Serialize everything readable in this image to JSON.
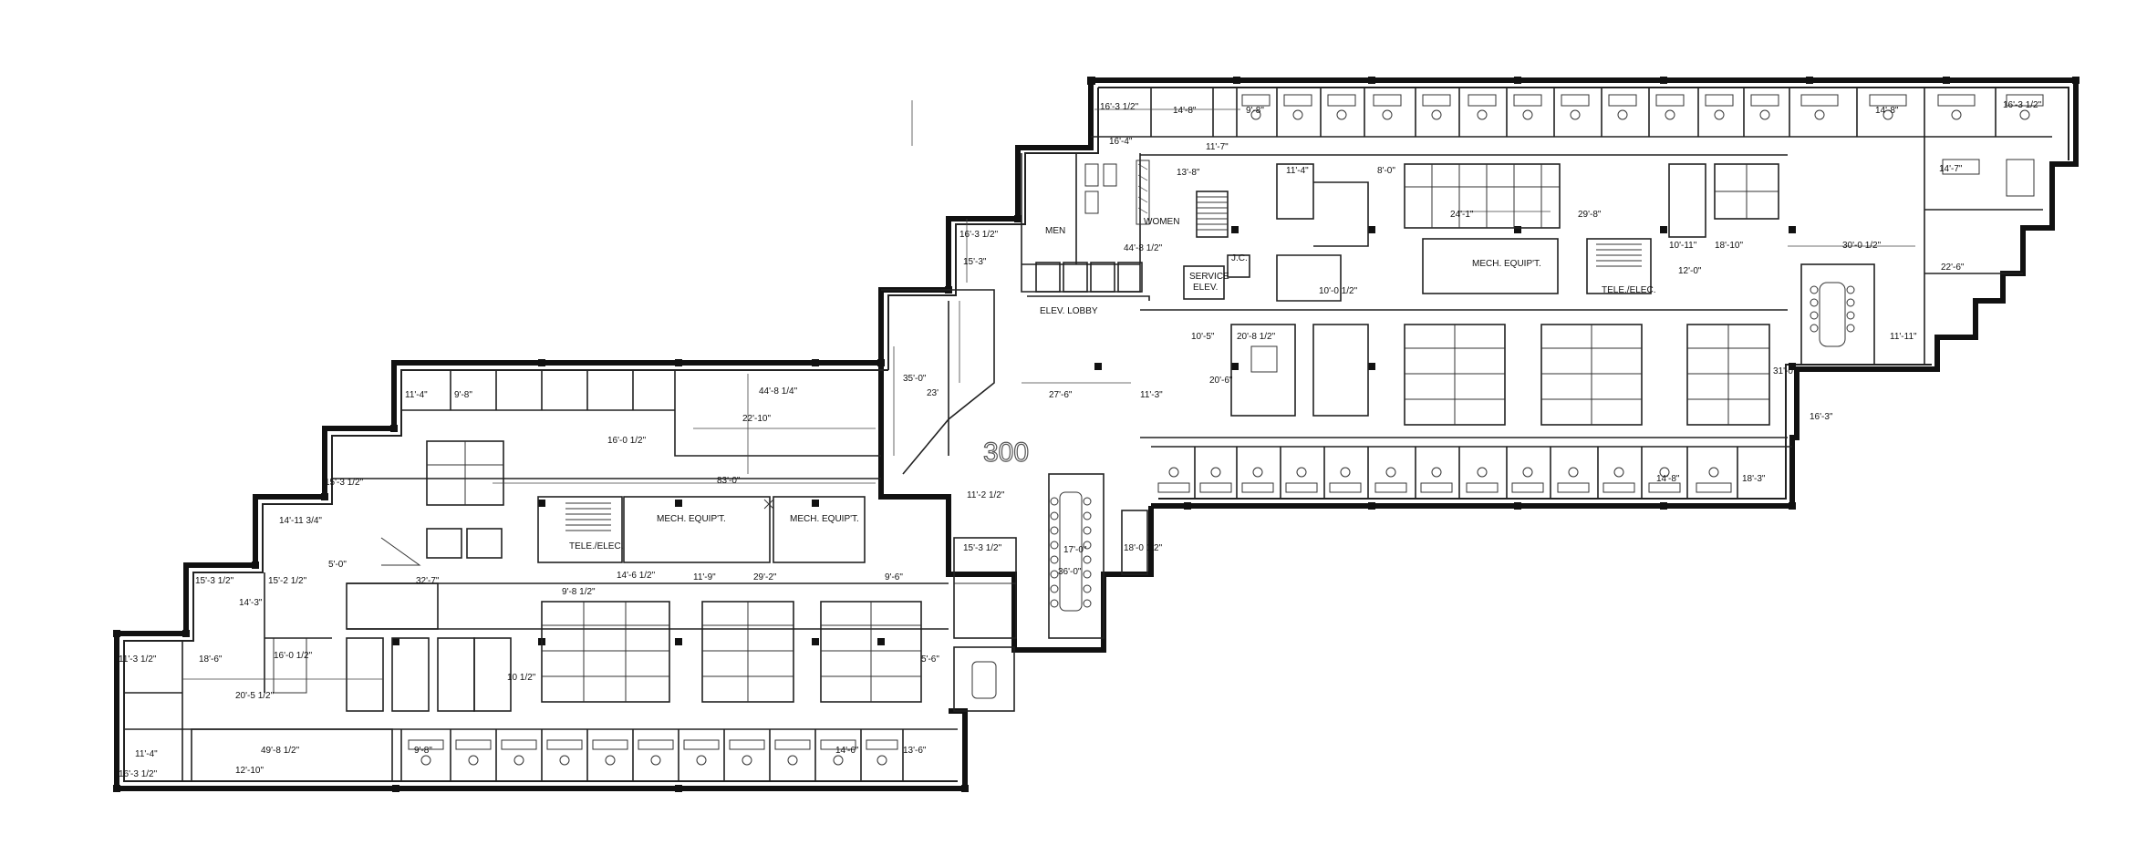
{
  "plan": {
    "floor_number": "300",
    "rooms": {
      "men": "MEN",
      "women": "WOMEN",
      "elev_lobby": "ELEV. LOBBY",
      "service_elev_1": "SERVICE",
      "service_elev_2": "ELEV.",
      "jc": "J.C.",
      "mech_equip_east": "MECH. EQUIP'T.",
      "tele_elec_east": "TELE./ELEC.",
      "mech_equip_west_1": "MECH. EQUIP'T.",
      "mech_equip_west_2": "MECH. EQUIP'T.",
      "tele_elec_west": "TELE./ELEC."
    },
    "dimensions": {
      "d01": "16'-3 1/2\"",
      "d02": "14'-8\"",
      "d03": "9'-8\"",
      "d04": "14'-8\"",
      "d05": "16'-3 1/2\"",
      "d06": "16'-4\"",
      "d07": "11'-7\"",
      "d08": "13'-8\"",
      "d09": "11'-4\"",
      "d10": "8'-0\"",
      "d11": "24'-1\"",
      "d12": "29'-8\"",
      "d13": "14'-7\"",
      "d14": "30'-0 1/2\"",
      "d15": "22'-6\"",
      "d16": "18'-10\"",
      "d17": "10'-11\"",
      "d18": "12'-0\"",
      "d19": "16'-3 1/2\"",
      "d20": "15'-3\"",
      "d21": "44'-8 1/2\"",
      "d22": "10'-5\"",
      "d23": "20'-8 1/2\"",
      "d24": "10'-0 1/2\"",
      "d25": "11'-3\"",
      "d26": "27'-6\"",
      "d27": "20'-6\"",
      "d28": "31'-0\"",
      "d29": "16'-3\"",
      "d30": "11'-11\"",
      "d31": "14'-8\"",
      "d32": "18'-3\"",
      "d33": "11'-4\"",
      "d34": "9'-8\"",
      "d35": "44'-8 1/4\"",
      "d36": "22'-10\"",
      "d37": "35'-0\"",
      "d38": "23'",
      "d39": "15'-3 1/2\"",
      "d40": "16'-0 1/2\"",
      "d41": "83'-0\"",
      "d42": "14'-11 3/4\"",
      "d43": "5'-0\"",
      "d44": "32'-7\"",
      "d45": "15'-3 1/2\"",
      "d46": "15'-2 1/2\"",
      "d47": "14'-3\"",
      "d48": "9'-8 1/2\"",
      "d49": "14'-6 1/2\"",
      "d50": "11'-9\"",
      "d51": "29'-2\"",
      "d52": "9'-6\"",
      "d53": "11'-3 1/2\"",
      "d54": "18'-6\"",
      "d55": "16'-0 1/2\"",
      "d56": "20'-5 1/2\"",
      "d57": "49'-8 1/2\"",
      "d58": "12'-10\"",
      "d59": "11'-4\"",
      "d60": "16'-3 1/2\"",
      "d61": "11'-2 1/2\"",
      "d62": "15'-3 1/2\"",
      "d63": "36'-0\"",
      "d64": "17'-0\"",
      "d65": "18'-0 1/2\"",
      "d66": "5'-6\"",
      "d67": "10 1/2\"",
      "d68": "9'-8\"",
      "d69": "14'-6\"",
      "d70": "13'-6\""
    }
  }
}
